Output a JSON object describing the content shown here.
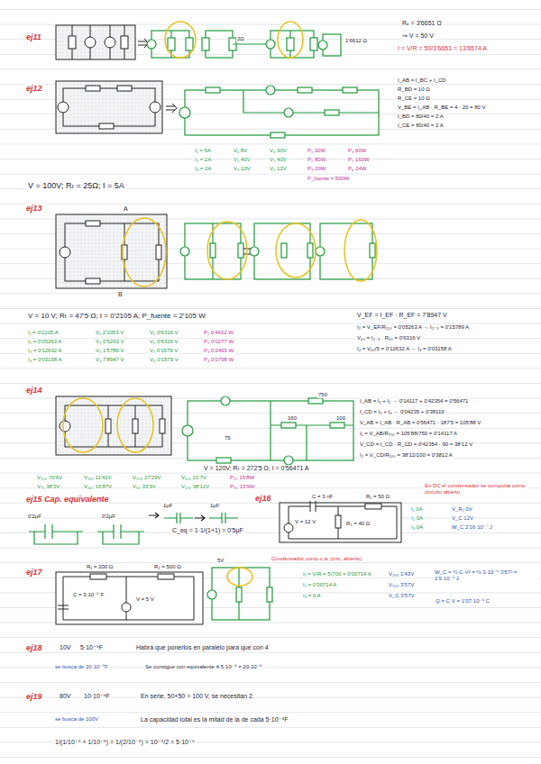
{
  "diagram": {
    "labels": [
      "ej11",
      "2Ω",
      "1'6612 Ω",
      "Rₑ = 3'6651 Ω",
      "⇒ V = 50 V",
      "I = V/R = 50/3'6651 = 13'6574 A",
      "ej12",
      "I_AB = I_BC + I_CD",
      "R_BD = 10 Ω",
      "R_CE = 10 Ω",
      "V_BE = I_AB · R_BE = 4 · 20 = 80 V",
      "I_BD = 80/40 = 2 A",
      "I_CE = 80/40 = 2 A",
      "I₁ = 5A",
      "V₁ 8V",
      "V₄ 30V",
      "P₁ 32W",
      "P₄ 60W",
      "I₂ = 2A",
      "V₂ 40V",
      "V₅ 40V",
      "P₂ 80W",
      "P₅ 160W",
      "I₃ = 2A",
      "V₃ 10V",
      "V₆ 12V",
      "P₃ 20W",
      "P₆ 24W",
      "P_fuente = 500W",
      "V = 100V; Rₜ = 25Ω; I = 5A",
      "ej13",
      "A",
      "B",
      "V = 10 V; Rₜ = 47'5 Ω; I = 0'2105 A; P_fuente = 2'105 W",
      "V_EF = I_EF · R_EF = 7'8947 V",
      "I₂ = V_EF/R₁₅₀ = 0'05263 A → I₂₋₃ = 0'15789 A",
      "V₆₀ = I₂₋₃ · R₆₀ = 0'6316 V",
      "I₄ = V₆₀/5 = 0'12632 A → I₃ = 0'03158 A",
      "I₁ = 0'2105 A",
      "I₂ = 0'05263 A",
      "I₃ = 0'12632 A",
      "I₄ = 0'03158 A",
      "V₁ 2'1053 V",
      "V₅ 0'6316 V",
      "P₁ 0'4432 W",
      "V₂ 0'5263 V",
      "V₆ 0'6316 V",
      "P₂ 0'0277 W",
      "V₃ 1'5789 V",
      "V₇ 0'1579 V",
      "P₃ 0'2493 W",
      "V₄ 7'8947 V",
      "V₈ 0'1579 V",
      "P₄ 0'0798 W",
      "ej14",
      "750",
      "160",
      "100",
      "75",
      "I_AB = I₁ + I₂ → 0'14117 + 0'42354 = 0'56471",
      "I_CD = I₃ + I₄ → 0'04235 + 0'38119",
      "V_AB = I_AB · R_AB = 0'56471 · 187'5 = 105'88 V",
      "I₁ = V_AB/R₇₅₀ = 105'88/750 = 0'14117 A",
      "V_CD = I_CD · R_CD = 0'42354 · 90 = 38'12 V",
      "I₂ = V_CD/R₁₀₀ = 38'12/100 = 0'3812 A",
      "V = 120V; Rₜ = 272'5 Ω; I = 0'56471 A",
      "V₂₅₀ 70'6V",
      "V₁₂₀ 11'41V",
      "V₃₅₀ 27'29V",
      "V₁₀₀ 21'7V",
      "P₂₅ 15'8W",
      "V₇₅ 38'3V",
      "V₁₆₀ 16'87V",
      "V₈₀ 33'3V",
      "V₁₀₀ 38'12V",
      "P₈₀ 13'9W",
      "ej15 Cap. equivalente",
      "0'2µF",
      "0'2µF",
      "1µF",
      "1µF",
      "C_eq = 1·1/(1+1) = 0'5µF",
      "ej16",
      "C = 3 nF",
      "R₁ = 50 Ω",
      "V = 12 V",
      "R₂ = 40 Ω",
      "En DC el condensador se comporta como circuito abierto",
      "I₁ 0A",
      "V_R₁ 0V",
      "I₂ 0A",
      "V_C 12V",
      "I₃ 0A",
      "W_C 2'16·10⁻⁷ J",
      "ej17",
      "R₁ = 200 Ω",
      "R₂ = 500 Ω",
      "C = 3·10⁻⁶ F",
      "V = 5 V",
      "5V",
      "Condensador como c.a. (circ. abierto)",
      "I₁ = V/R = 5/700 = 0'00714 A",
      "I₂ = 0'00714 A",
      "I₃ = 0 A",
      "V₂₀₀ 1'43V",
      "V₅₀₀ 3'57V",
      "V_C 3'57V",
      "W_C = ½·C·V² = ½·3·10⁻⁶·3'57² = 1'9·10⁻⁵ J",
      "Q = C·V = 1'07·10⁻⁵ C",
      "ej18",
      "10V",
      "5·10⁻⁹F",
      "Habrá que ponerlos en paralelo para que con 4",
      "se busca de 20·10⁻⁹F",
      "Se consigue con equivalente 4·5·10⁻⁹ = 20·10⁻⁹",
      "ej19",
      "80V",
      "10·10⁻⁹F",
      "En serie, 50+50 = 100 V, se necesitan 2.",
      "se busca de 100V",
      "La capacidad total es la mitad de la de cada 5·10⁻⁹F",
      "1/(1/10⁻⁸ + 1/10⁻⁸) = 1/(2/10⁻⁸) = 10⁻⁸/2 = 5·10⁻⁹"
    ]
  }
}
